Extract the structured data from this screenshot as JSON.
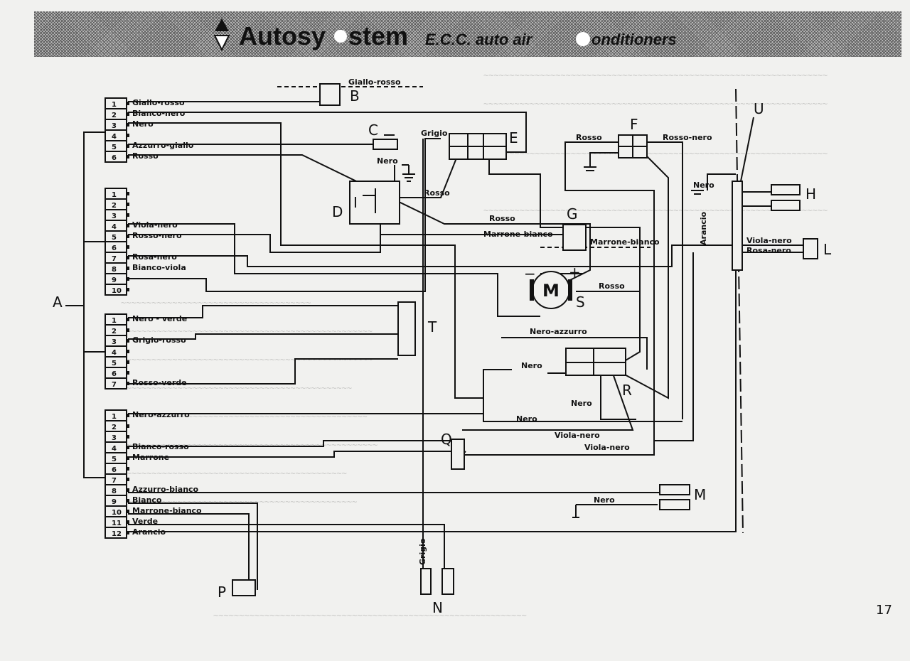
{
  "header": {
    "brand": "Autosy",
    "brand_rest": "stem",
    "tagline": "E.C.C. auto air",
    "tagline_rest": "onditioners"
  },
  "page_number": "17",
  "components": {
    "A": "A",
    "B": "B",
    "C": "C",
    "D": "D",
    "E": "E",
    "F": "F",
    "G": "G",
    "H": "H",
    "L": "L",
    "M": "M",
    "N": "N",
    "P": "P",
    "Q": "Q",
    "R": "R",
    "S": "S",
    "T": "T",
    "U": "U"
  },
  "motor": {
    "label": "M",
    "minus": "−",
    "plus": "+"
  },
  "switch_D": {
    "label": "I"
  },
  "connector_1": [
    {
      "pin": "1",
      "wire": "Giallo-rosso"
    },
    {
      "pin": "2",
      "wire": "Bianco-nero"
    },
    {
      "pin": "3",
      "wire": "Nero"
    },
    {
      "pin": "4",
      "wire": ""
    },
    {
      "pin": "5",
      "wire": "Azzurro-giallo"
    },
    {
      "pin": "6",
      "wire": "Rosso"
    }
  ],
  "connector_2": [
    {
      "pin": "1",
      "wire": ""
    },
    {
      "pin": "2",
      "wire": ""
    },
    {
      "pin": "3",
      "wire": ""
    },
    {
      "pin": "4",
      "wire": "Viola-nero"
    },
    {
      "pin": "5",
      "wire": "Rosso-nero"
    },
    {
      "pin": "6",
      "wire": ""
    },
    {
      "pin": "7",
      "wire": "Rosa-nero"
    },
    {
      "pin": "8",
      "wire": "Bianco-viola"
    },
    {
      "pin": "9",
      "wire": ""
    },
    {
      "pin": "10",
      "wire": ""
    }
  ],
  "connector_3": [
    {
      "pin": "1",
      "wire": "Nero - verde"
    },
    {
      "pin": "2",
      "wire": ""
    },
    {
      "pin": "3",
      "wire": "Grigio-rosso"
    },
    {
      "pin": "4",
      "wire": ""
    },
    {
      "pin": "5",
      "wire": ""
    },
    {
      "pin": "6",
      "wire": ""
    },
    {
      "pin": "7",
      "wire": "Rosso-verde"
    }
  ],
  "connector_4": [
    {
      "pin": "1",
      "wire": "Nero-azzurro"
    },
    {
      "pin": "2",
      "wire": ""
    },
    {
      "pin": "3",
      "wire": ""
    },
    {
      "pin": "4",
      "wire": "Bianco-rosso"
    },
    {
      "pin": "5",
      "wire": "Marrone"
    },
    {
      "pin": "6",
      "wire": ""
    },
    {
      "pin": "7",
      "wire": ""
    },
    {
      "pin": "8",
      "wire": "Azzurro-bianco"
    },
    {
      "pin": "9",
      "wire": "Bianco"
    },
    {
      "pin": "10",
      "wire": "Marrone-bianco"
    },
    {
      "pin": "11",
      "wire": "Verde"
    },
    {
      "pin": "12",
      "wire": "Arancio"
    }
  ],
  "wire_labels": {
    "b_giallo_rosso": "Giallo-rosso",
    "c_nero": "Nero",
    "e_grigio": "Grigio",
    "d_rosso": "Rosso",
    "f_rosso": "Rosso",
    "f_rosso_nero": "Rosso-nero",
    "g_rosso": "Rosso",
    "g_marrone_bianco": "Marrone-bianco",
    "g_marrone_bianco_2": "Marrone-bianco",
    "s_rosso": "Rosso",
    "r_nero_azzurro": "Nero-azzurro",
    "r_nero_left": "Nero",
    "r_nero_below": "Nero",
    "nero_low": "Nero",
    "viola_nero_1": "Viola-nero",
    "viola_nero_2": "Viola-nero",
    "h_nero": "Nero",
    "arancio": "Arancio",
    "l_viola_nero": "Viola-nero",
    "l_rosa_nero": "Rosa-nero",
    "m_nero": "Nero",
    "n_grigio": "Grigio"
  }
}
